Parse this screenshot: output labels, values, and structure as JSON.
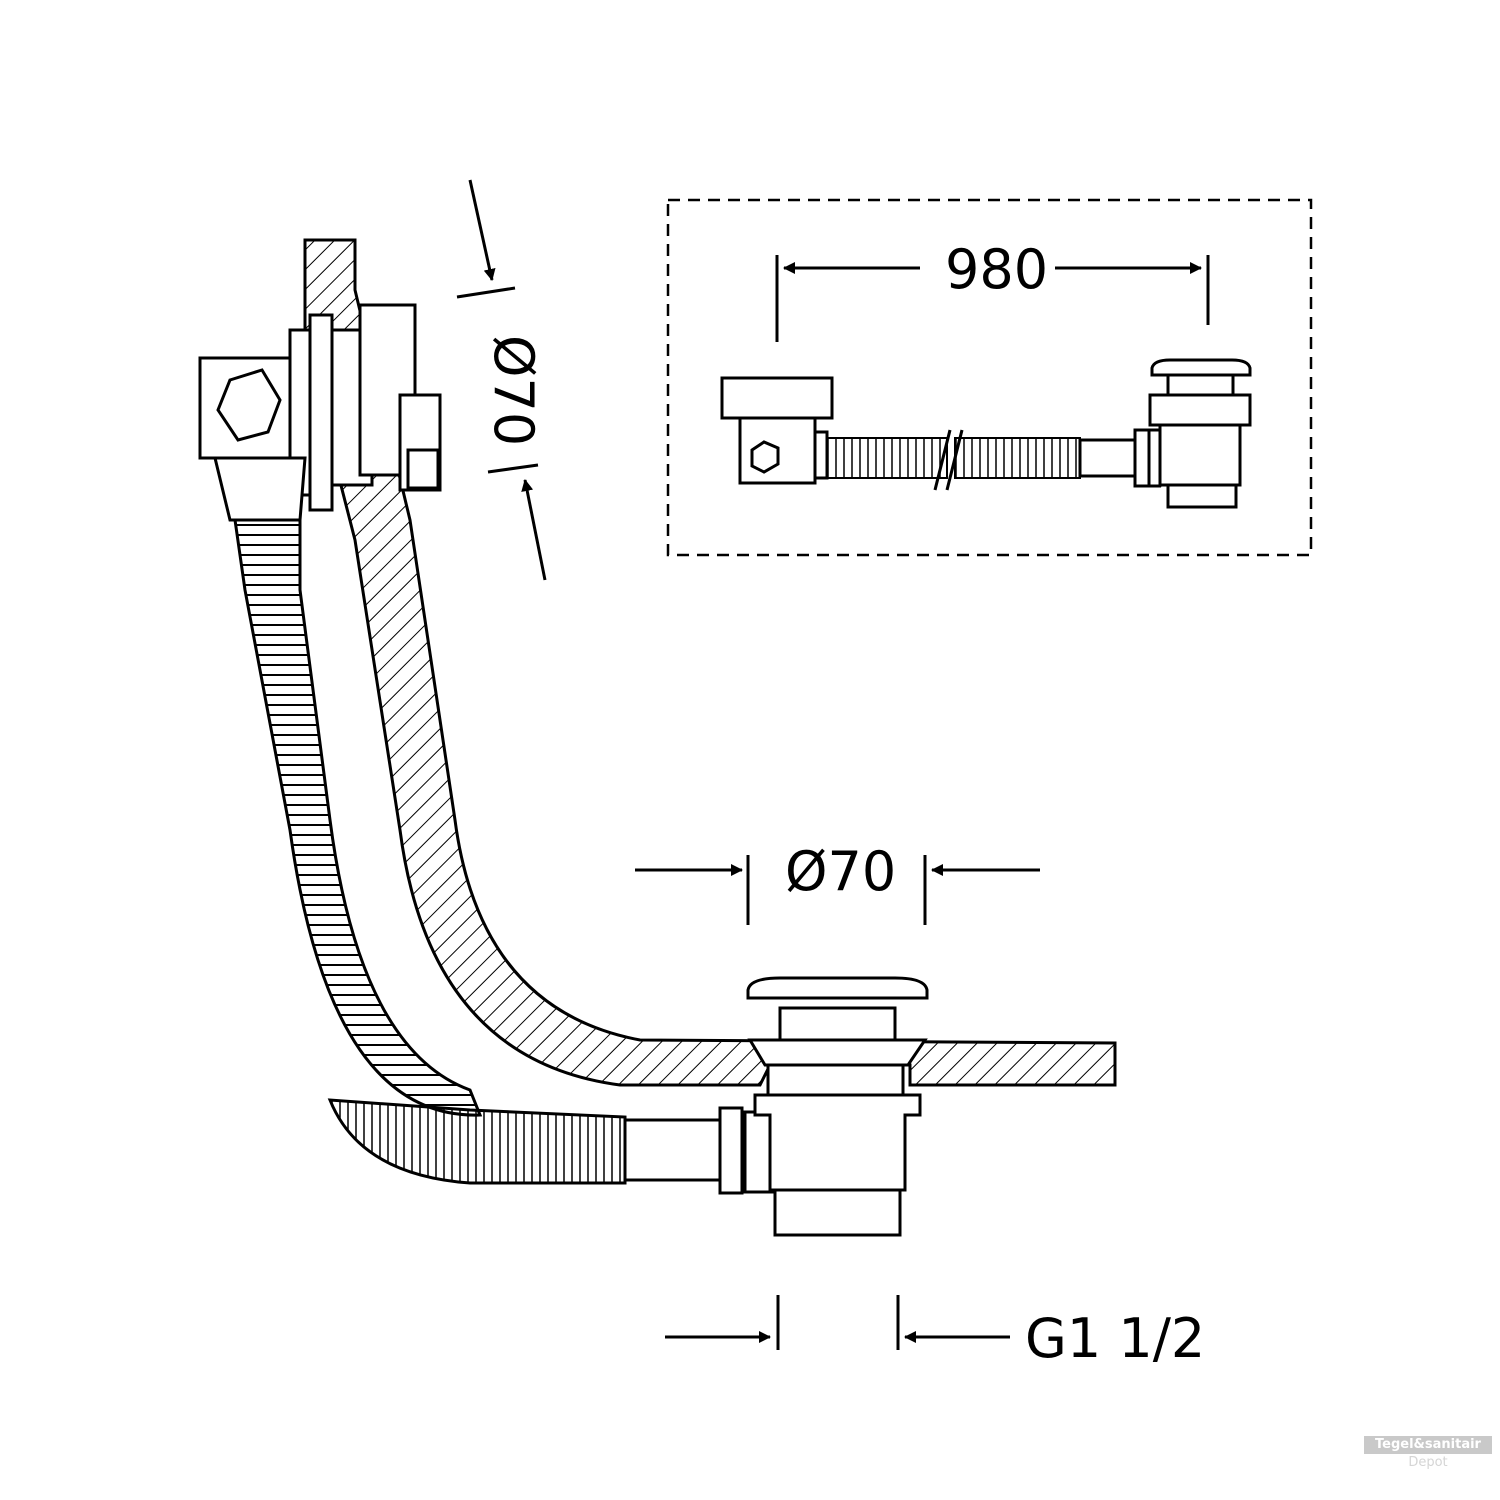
{
  "dimensions": {
    "outlet_diameter_label": "Ø70",
    "plug_diameter_label": "Ø70",
    "thread_label": "G1 1/2",
    "length_label": "980"
  },
  "watermark": {
    "brand": "Tegel&sanitair",
    "sub": "Depot"
  },
  "colors": {
    "line": "#000000",
    "background": "#ffffff",
    "watermark": "#c9c9c9"
  }
}
